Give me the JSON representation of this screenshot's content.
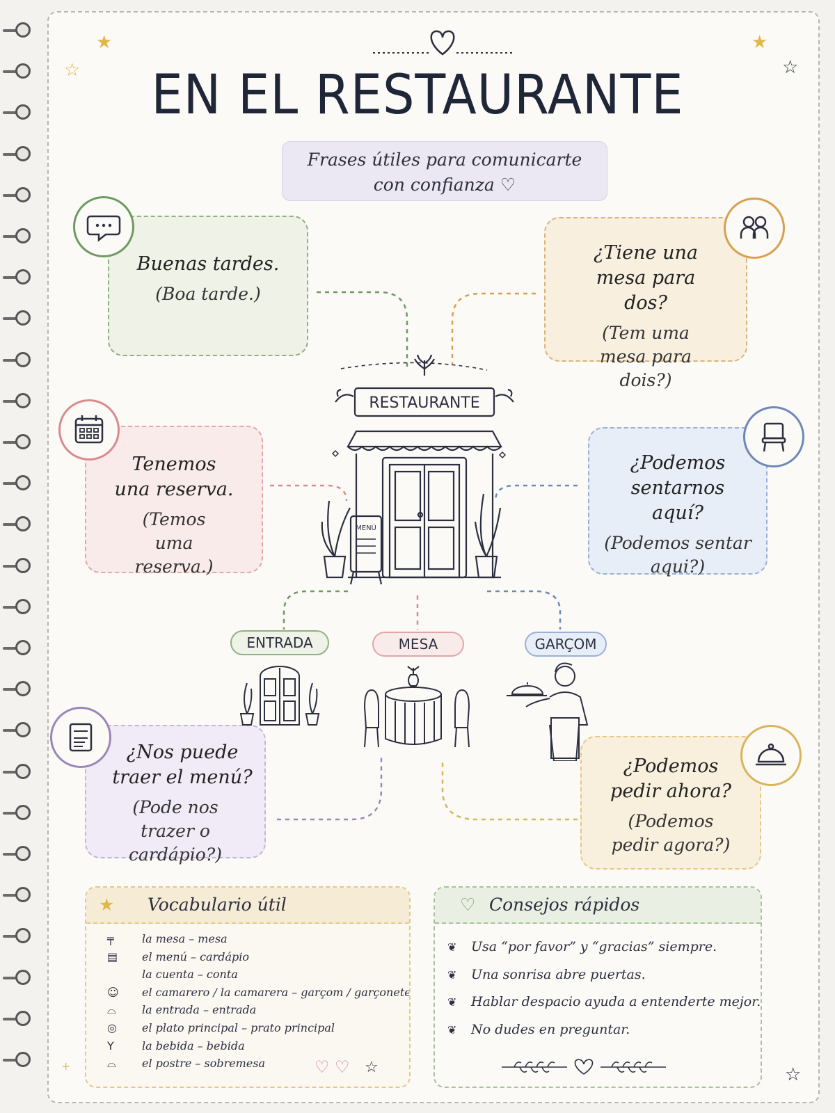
{
  "title": "EN EL RESTAURANTE",
  "subtitle": {
    "line1": "Frases útiles para comunicarte",
    "line2": "con confianza"
  },
  "phrases": [
    {
      "es": "Buenas tardes.",
      "pt": "(Boa tarde.)",
      "icon": "speech-bubble-icon",
      "color": "#6e9a62"
    },
    {
      "es": "¿Tiene una mesa para dos?",
      "pt": "(Tem uma mesa para dois?)",
      "icon": "two-people-icon",
      "color": "#d6a04e"
    },
    {
      "es": "Tenemos una reserva.",
      "pt": "(Temos uma reserva.)",
      "icon": "calendar-icon",
      "color": "#d98a8a"
    },
    {
      "es": "¿Podemos sentarnos aquí?",
      "pt": "(Podemos sentar aqui?)",
      "icon": "chair-icon",
      "color": "#6d88b8"
    },
    {
      "es": "¿Nos puede traer el menú?",
      "pt": "(Pode nos trazer o cardápio?)",
      "icon": "menu-icon",
      "color": "#9a86b8"
    },
    {
      "es": "¿Podemos pedir ahora?",
      "pt": "(Podemos pedir agora?)",
      "icon": "cloche-icon",
      "color": "#d9b45a"
    }
  ],
  "center": {
    "sign": "RESTAURANTE",
    "menu_board": "MENÚ"
  },
  "tags": {
    "entrada": "ENTRADA",
    "mesa": "MESA",
    "garcom": "GARÇOM"
  },
  "vocabulary": {
    "heading": "Vocabulario útil",
    "items": [
      {
        "text": "la mesa – mesa",
        "icon": "table-icon"
      },
      {
        "text": "el menú – cardápio",
        "icon": "menu-icon"
      },
      {
        "text": "la cuenta – conta",
        "icon": ""
      },
      {
        "text": "el camarero / la camarera – garçom / garçonete",
        "icon": "waiter-icon"
      },
      {
        "text": "la entrada – entrada",
        "icon": "cloche-icon"
      },
      {
        "text": "el plato principal – prato principal",
        "icon": "plate-icon"
      },
      {
        "text": "la bebida – bebida",
        "icon": "cocktail-icon"
      },
      {
        "text": "el postre – sobremesa",
        "icon": "cloche-icon"
      }
    ]
  },
  "tips": {
    "heading": "Consejos rápidos",
    "items": [
      "Usa “por favor” y “gracias” siempre.",
      "Una sonrisa abre puertas.",
      "Hablar despacio ayuda a entenderte mejor.",
      "No dudes en preguntar."
    ]
  },
  "colors": {
    "green": "#6e9a62",
    "orange": "#d6a04e",
    "red": "#d98a8a",
    "blue": "#6d88b8",
    "purple": "#9a86b8",
    "yellow": "#d9b45a",
    "ink": "#2c2f3f"
  }
}
